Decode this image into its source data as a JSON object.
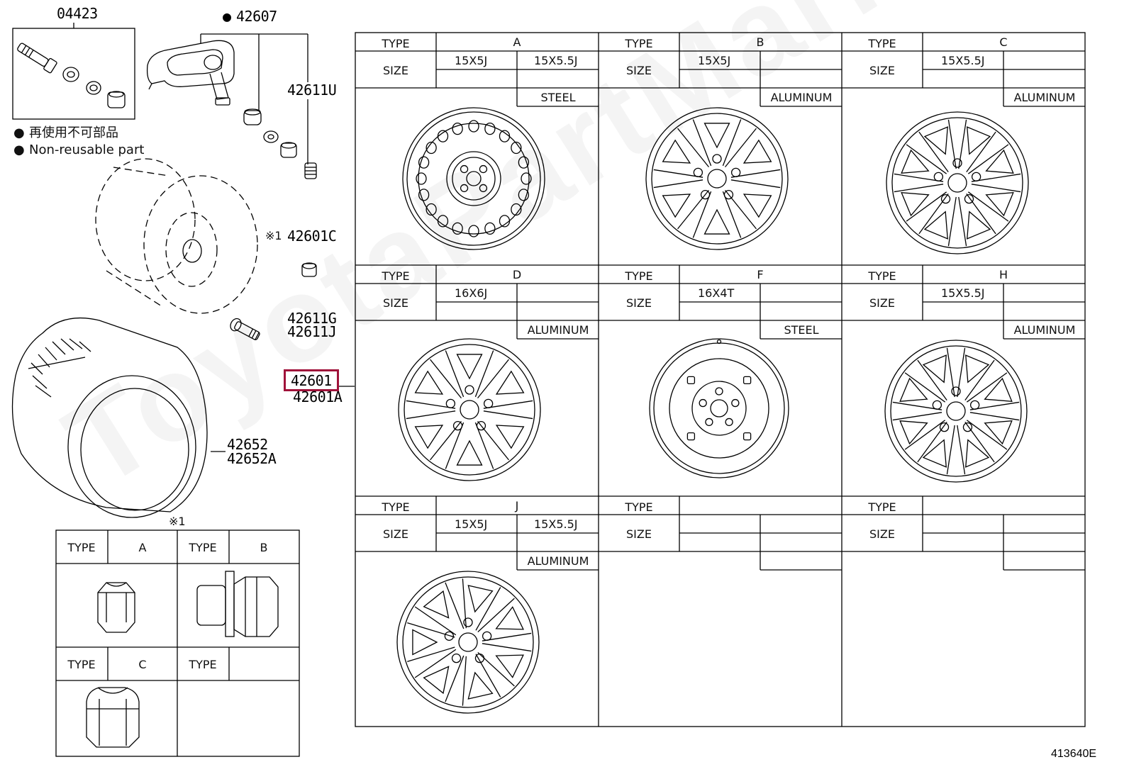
{
  "parts": {
    "p04423": "04423",
    "p42607": "42607",
    "p42611U": "42611U",
    "p42601C": "42601C",
    "p42611G": "42611G",
    "p42611J": "42611J",
    "p42601": "42601",
    "p42601A": "42601A",
    "p42652": "42652",
    "p42652A": "42652A",
    "bullet": "●",
    "ref_mark": "※1",
    "ref_mark_table": "※1"
  },
  "legend": {
    "jp": "再使用不可部品",
    "en": "Non-reusable part"
  },
  "wheel_table": {
    "type_label": "TYPE",
    "size_label": "SIZE",
    "cells": [
      {
        "type": "A",
        "sizes": [
          "15X5J",
          "15X5.5J"
        ],
        "material": "STEEL"
      },
      {
        "type": "B",
        "sizes": [
          "15X5J",
          ""
        ],
        "material": "ALUMINUM"
      },
      {
        "type": "C",
        "sizes": [
          "15X5.5J",
          ""
        ],
        "material": "ALUMINUM"
      },
      {
        "type": "D",
        "sizes": [
          "16X6J",
          ""
        ],
        "material": "ALUMINUM"
      },
      {
        "type": "F",
        "sizes": [
          "16X4T",
          ""
        ],
        "material": "STEEL"
      },
      {
        "type": "H",
        "sizes": [
          "15X5.5J",
          ""
        ],
        "material": "ALUMINUM"
      },
      {
        "type": "J",
        "sizes": [
          "15X5J",
          "15X5.5J"
        ],
        "material": "ALUMINUM"
      },
      {
        "type": "",
        "sizes": [
          "",
          ""
        ],
        "material": ""
      },
      {
        "type": "",
        "sizes": [
          "",
          ""
        ],
        "material": ""
      }
    ]
  },
  "nut_table": {
    "type_label": "TYPE",
    "cells": [
      {
        "type": "A"
      },
      {
        "type": "B"
      },
      {
        "type": "C"
      },
      {
        "type": ""
      }
    ]
  },
  "watermark": "ToyotaPartMarket",
  "figure_id": "413640E"
}
